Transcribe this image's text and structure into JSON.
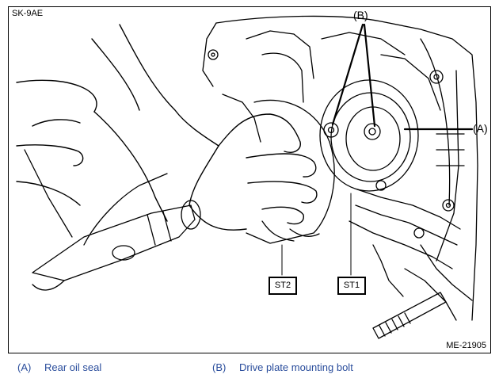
{
  "figure": {
    "code_top_left": "SK-9AE",
    "code_bottom_right": "ME-21905",
    "callouts": {
      "b": "(B)",
      "a": "(A)"
    },
    "tools": {
      "st2": "ST2",
      "st1": "ST1"
    }
  },
  "legend": [
    {
      "key": "(A)",
      "text": "Rear oil seal"
    },
    {
      "key": "(B)",
      "text": "Drive plate mounting bolt"
    }
  ],
  "colors": {
    "legend_text": "#2a4d9c",
    "line": "#000000"
  }
}
